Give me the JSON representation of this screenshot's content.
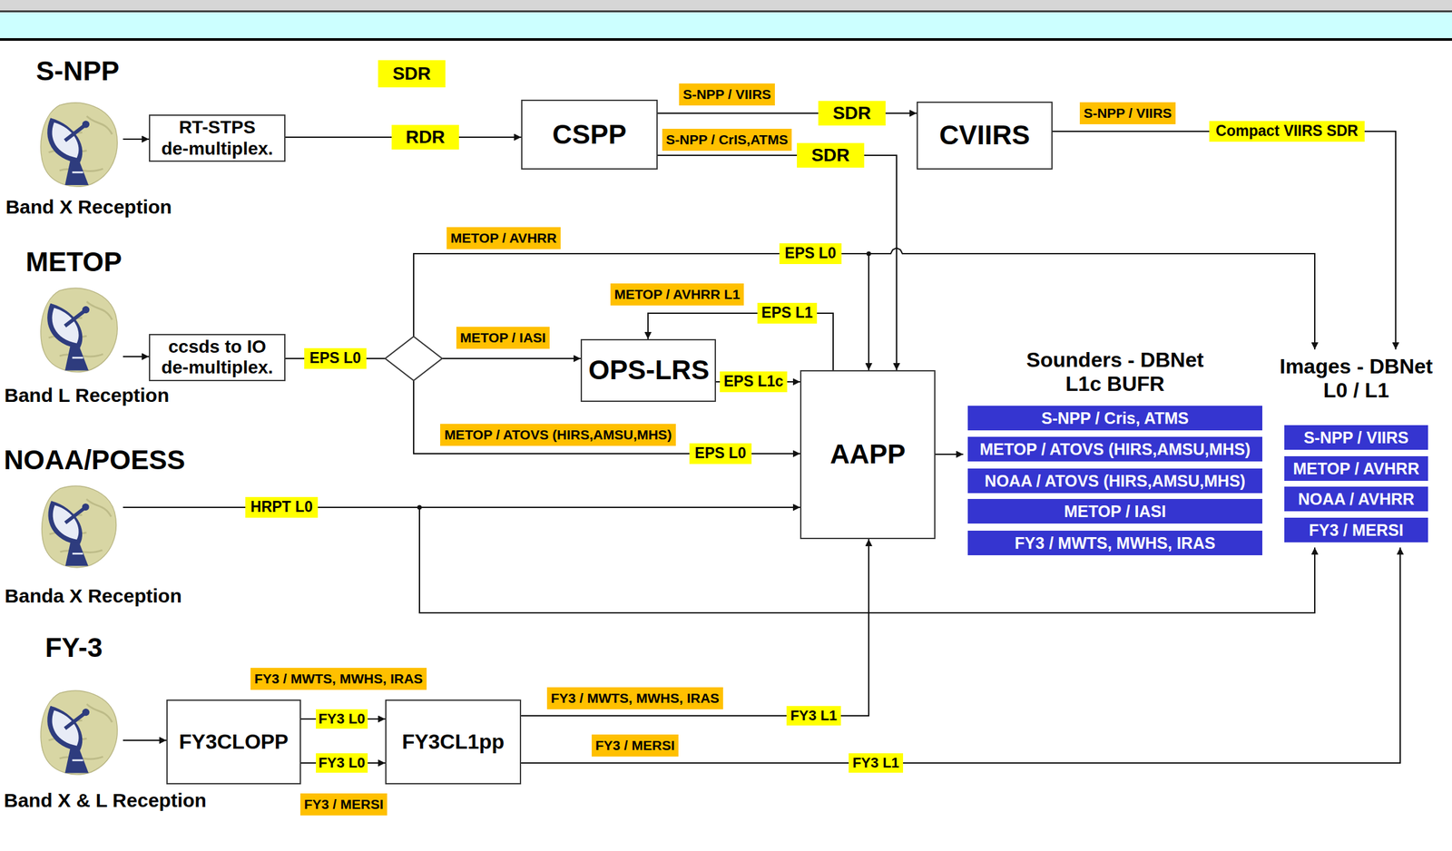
{
  "diagram": {
    "nodes": [
      {
        "text": [
          "S-NPP",
          "Band X Reception"
        ]
      },
      {
        "text": [
          "RT-STPS de-multiplex."
        ]
      },
      {
        "text": [
          "CSPP"
        ]
      },
      {
        "text": [
          "CVIIRS"
        ]
      },
      {
        "text": [
          "METOP",
          "Band L Reception"
        ]
      },
      {
        "text": [
          "ccsds to IO de-multiplex."
        ]
      },
      {
        "text": [
          "OPS-LRS"
        ]
      },
      {
        "text": [
          "AAPP"
        ]
      },
      {
        "text": [
          "Sounders - DBNet L1c BUFR"
        ]
      },
      {
        "text": [
          "S-NPP / Cris, ATMS"
        ],
        "in": 8
      },
      {
        "text": [
          "METOP / ATOVS (HIRS,AMSU,MHS)"
        ],
        "in": 8
      },
      {
        "text": [
          "NOAA / ATOVS (HIRS,AMSU,MHS)"
        ],
        "in": 8
      },
      {
        "text": [
          "METOP / IASI"
        ],
        "in": 8
      },
      {
        "text": [
          "FY3 / MWTS, MWHS, IRAS"
        ],
        "in": 8
      },
      {
        "text": [
          "Images - DBNet L0 / L1"
        ]
      },
      {
        "text": [
          "S-NPP / VIIRS"
        ],
        "in": 14
      },
      {
        "text": [
          "METOP / AVHRR"
        ],
        "in": 14
      },
      {
        "text": [
          "NOAA / AVHRR"
        ],
        "in": 14
      },
      {
        "text": [
          "FY3 / MERSI"
        ],
        "in": 14
      },
      {
        "text": [
          "NOAA/POESS",
          "Banda X Reception"
        ]
      },
      {
        "text": [
          "FY-3",
          "Band X & L Reception"
        ]
      },
      {
        "text": [
          "FY3CLOPP"
        ]
      },
      {
        "text": [
          "FY3CL1pp"
        ]
      }
    ],
    "edges": [
      {
        "from": 0,
        "to": 1,
        "arrow": "to"
      },
      {
        "from": 1,
        "to": 2,
        "label": "RDR",
        "arrow": "to"
      },
      {
        "from": 2,
        "to": 3,
        "label": "SDR",
        "arrow": "to"
      },
      {
        "from": 2,
        "to": 7,
        "label": "SDR",
        "arrow": "to"
      },
      {
        "from": 3,
        "to": 14,
        "label": "Compact VIIRS SDR",
        "arrow": "to"
      },
      {
        "from": 4,
        "to": 5,
        "arrow": "to"
      },
      {
        "from": 5,
        "to": 6,
        "label": "EPS L0",
        "arrow": "to"
      },
      {
        "from": 5,
        "to": 7,
        "label": "EPS L0",
        "arrow": "to"
      },
      {
        "from": 5,
        "to": 14,
        "arrow": "to"
      },
      {
        "from": 5,
        "to": 7,
        "label": "EPS L0",
        "arrow": "to"
      },
      {
        "from": 6,
        "to": 7,
        "label": "EPS L1c",
        "arrow": "to"
      },
      {
        "from": 7,
        "to": 6,
        "label": "EPS L1",
        "arrow": "to"
      },
      {
        "from": 19,
        "to": 7,
        "label": "HRPT L0",
        "arrow": "to"
      },
      {
        "from": 19,
        "to": 14,
        "arrow": "to"
      },
      {
        "from": 20,
        "to": 21,
        "arrow": "to"
      },
      {
        "from": 21,
        "to": 22,
        "label": "FY3 L0",
        "arrow": "to"
      },
      {
        "from": 21,
        "to": 22,
        "label": "FY3 L0",
        "arrow": "to"
      },
      {
        "from": 22,
        "to": 7,
        "label": "FY3 L1",
        "arrow": "to"
      },
      {
        "from": 22,
        "to": 14,
        "label": "FY3 L1",
        "arrow": "to"
      },
      {
        "from": 7,
        "to": 8,
        "arrow": "to"
      }
    ],
    "labels": [
      "SDR",
      "S-NPP / VIIRS",
      "S-NPP / CrIS,ATMS",
      "S-NPP / VIIRS",
      "METOP / AVHRR",
      "METOP / AVHRR L1",
      "METOP / IASI",
      "METOP / ATOVS (HIRS,AMSU,MHS)",
      "FY3 / MWTS, MWHS, IRAS",
      "FY3 / MWTS, MWHS, IRAS",
      "FY3 / MERSI",
      "FY3 / MERSI"
    ]
  }
}
